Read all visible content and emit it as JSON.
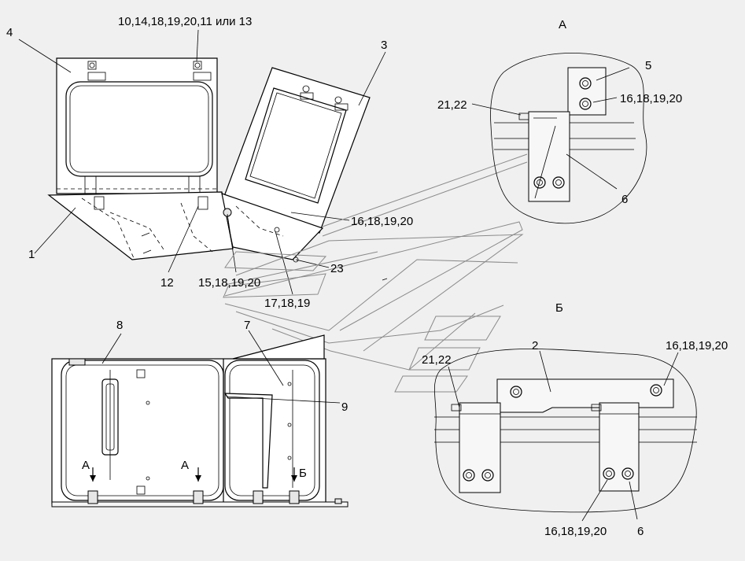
{
  "labels": {
    "top_fasteners": "10,14,18,19,20,11 или 13",
    "p4": "4",
    "p3": "3",
    "p1": "1",
    "p12": "12",
    "p15": "15,18,19,20",
    "p17": "17,18,19",
    "p16_top": "16,18,19,20",
    "p23": "23",
    "p8": "8",
    "p7": "7",
    "p9": "9",
    "a_left": "А",
    "a_mid": "А",
    "b_mid": "Б"
  },
  "view_a": {
    "title": "А",
    "p5": "5",
    "p16": "16,18,19,20",
    "p21": "21,22",
    "p6": "6"
  },
  "view_b": {
    "title": "Б",
    "p2": "2",
    "p16_top": "16,18,19,20",
    "p21": "21,22",
    "p16_bottom": "16,18,19,20",
    "p6": "6"
  },
  "colors": {
    "line": "#000000",
    "background": "#f0f0f0",
    "leader_gray": "#8a8a8a"
  }
}
